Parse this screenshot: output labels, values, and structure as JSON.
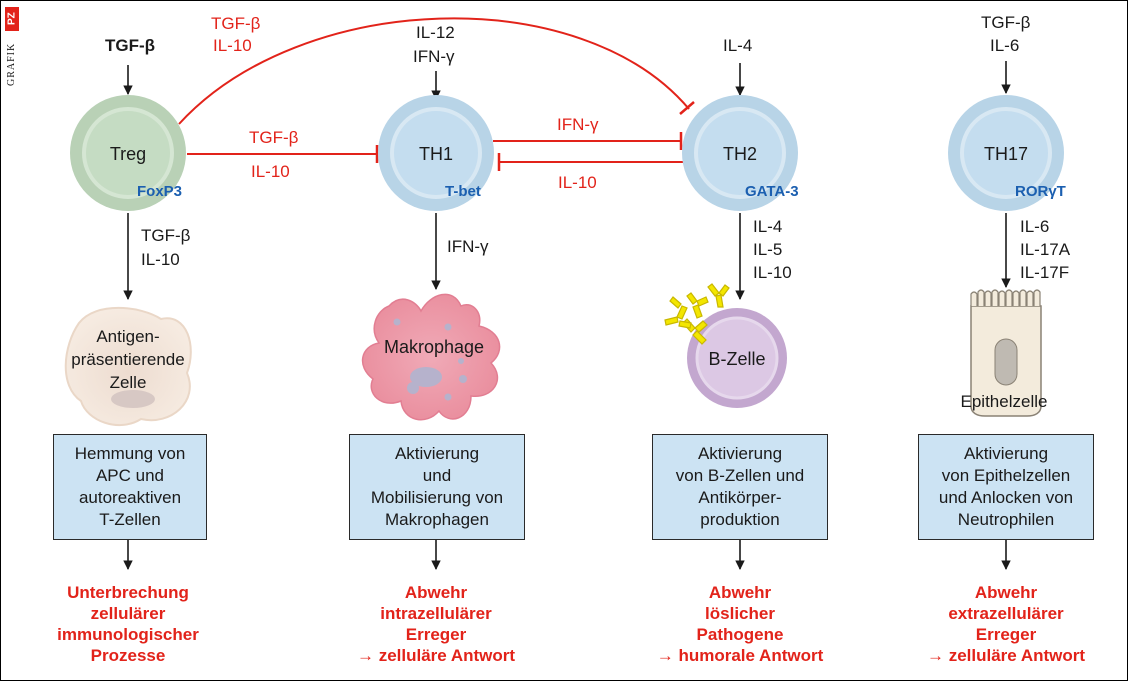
{
  "logo": {
    "badge": "PZ",
    "word": "GRAFIK"
  },
  "colors": {
    "red": "#e2231a",
    "blue": "#1b5fb0",
    "box_fill": "#cce3f3"
  },
  "columns": [
    {
      "id": "treg",
      "input_lines": [
        "TGF-β"
      ],
      "cell_name": "Treg",
      "transcription_factor": "FoxP3",
      "output_lines": [
        "TGF-β",
        "IL-10"
      ],
      "target_label_lines": [
        "Antigen-",
        "präsentierende",
        "Zelle"
      ],
      "function_lines": [
        "Hemmung von",
        "APC und",
        "autoreaktiven",
        "T-Zellen"
      ],
      "outcome_lines": [
        "Unterbrechung",
        "zellulärer",
        "immunologischer",
        "Prozesse"
      ]
    },
    {
      "id": "th1",
      "input_lines": [
        "IL-12",
        "IFN-γ"
      ],
      "cell_name": "TH1",
      "transcription_factor": "T-bet",
      "output_lines": [
        "IFN-γ"
      ],
      "target_label_lines": [
        "Makrophage"
      ],
      "function_lines": [
        "Aktivierung",
        "und",
        "Mobilisierung von",
        "Makrophagen"
      ],
      "outcome_lines": [
        "Abwehr",
        "intrazellulärer",
        "Erreger",
        "→ zelluläre Antwort"
      ]
    },
    {
      "id": "th2",
      "input_lines": [
        "IL-4"
      ],
      "cell_name": "TH2",
      "transcription_factor": "GATA-3",
      "output_lines": [
        "IL-4",
        "IL-5",
        "IL-10"
      ],
      "target_label_lines": [
        "B-Zelle"
      ],
      "function_lines": [
        "Aktivierung",
        "von B-Zellen und",
        "Antikörper-",
        "produktion"
      ],
      "outcome_lines": [
        "Abwehr",
        "löslicher",
        "Pathogene",
        "→ humorale Antwort"
      ]
    },
    {
      "id": "th17",
      "input_lines": [
        "TGF-β",
        "IL-6"
      ],
      "cell_name": "TH17",
      "transcription_factor": "RORγT",
      "output_lines": [
        "IL-6",
        "IL-17A",
        "IL-17F"
      ],
      "target_label_lines": [
        "Epithelzelle"
      ],
      "function_lines": [
        "Aktivierung",
        "von Epithelzellen",
        "und Anlocken von",
        "Neutrophilen"
      ],
      "outcome_lines": [
        "Abwehr",
        "extrazellulärer",
        "Erreger",
        "→ zelluläre Antwort"
      ]
    }
  ],
  "inhibitions": {
    "treg_to_th2_arc": [
      "TGF-β",
      "IL-10"
    ],
    "treg_to_th1": {
      "above": "TGF-β",
      "below": "IL-10"
    },
    "th1_to_th2": "IFN-γ",
    "th2_to_th1": "IL-10"
  }
}
